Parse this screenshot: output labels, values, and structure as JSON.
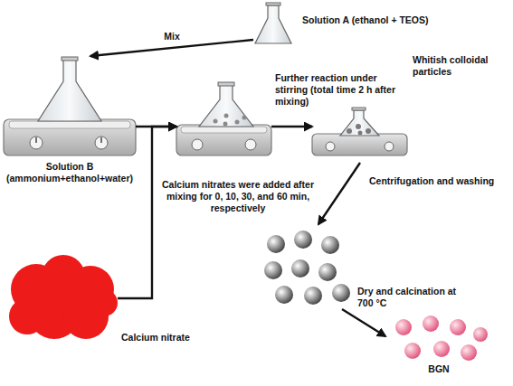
{
  "diagram": {
    "nodes": [
      {
        "text": [
          "Solution A (ethanol + TEOS)"
        ]
      },
      {
        "text": [
          "Solution B (ammonium+ethanol+water)"
        ]
      },
      {
        "text": [
          "Further reaction under stirring (total time 2 h after mixing)"
        ]
      },
      {
        "text": [
          "Whitish colloidal particles"
        ]
      },
      {
        "text": [
          "Calcium nitrate"
        ]
      },
      {
        "text": [
          "BGN"
        ]
      }
    ],
    "edges": [
      {
        "from": 0,
        "to": 1,
        "label": "Mix",
        "arrow": "to"
      },
      {
        "from": 1,
        "to": 2,
        "arrow": "to"
      },
      {
        "from": 2,
        "to": 3,
        "arrow": "to"
      },
      {
        "from": 4,
        "to": 2,
        "label": "Calcium nitrates were added after mixing for 0, 10, 30, and 60 min, respectively",
        "arrow": "to"
      }
    ],
    "labels": [
      "Centrifugation and washing",
      "Dry and calcination at 700 °C"
    ]
  }
}
